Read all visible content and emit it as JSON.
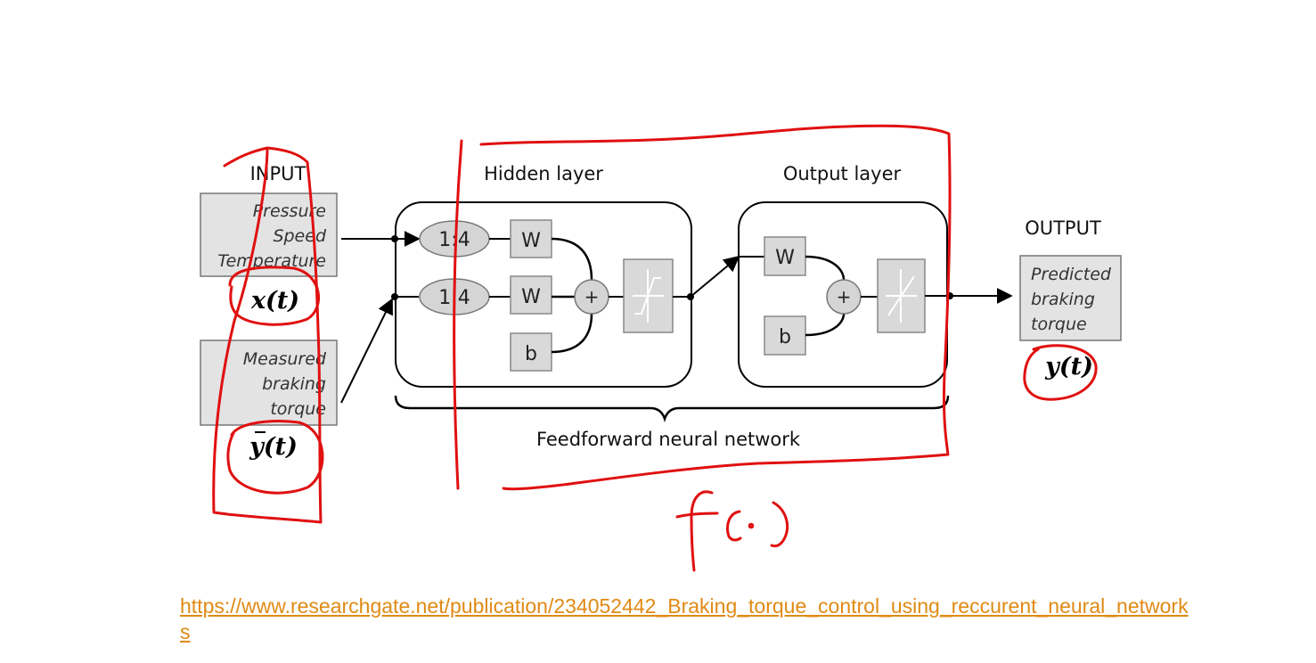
{
  "diagram": {
    "input_header": "INPUT",
    "input_box1_lines": [
      "Pressure",
      "Speed",
      "Temperature"
    ],
    "input_box1_symbol": "x(t)",
    "input_box2_lines": [
      "Measured",
      "braking",
      "torque"
    ],
    "input_box2_symbol": "y(t)",
    "hidden_layer_title": "Hidden layer",
    "output_layer_title": "Output layer",
    "delay1": "1:4",
    "delay2": "1:4",
    "weight": "W",
    "bias": "b",
    "sum": "+",
    "network_caption": "Feedforward neural network",
    "output_header": "OUTPUT",
    "output_box_lines": [
      "Predicted",
      "braking",
      "torque"
    ],
    "output_symbol": "y(t)",
    "handwritten_note": "f(·)"
  },
  "colors": {
    "annotation": "#e01010",
    "link": "#e08a14",
    "box_fill": "#e3e3e3"
  },
  "source_link": "https://www.researchgate.net/publication/234052442_Braking_torque_control_using_reccurent_neural_networks"
}
